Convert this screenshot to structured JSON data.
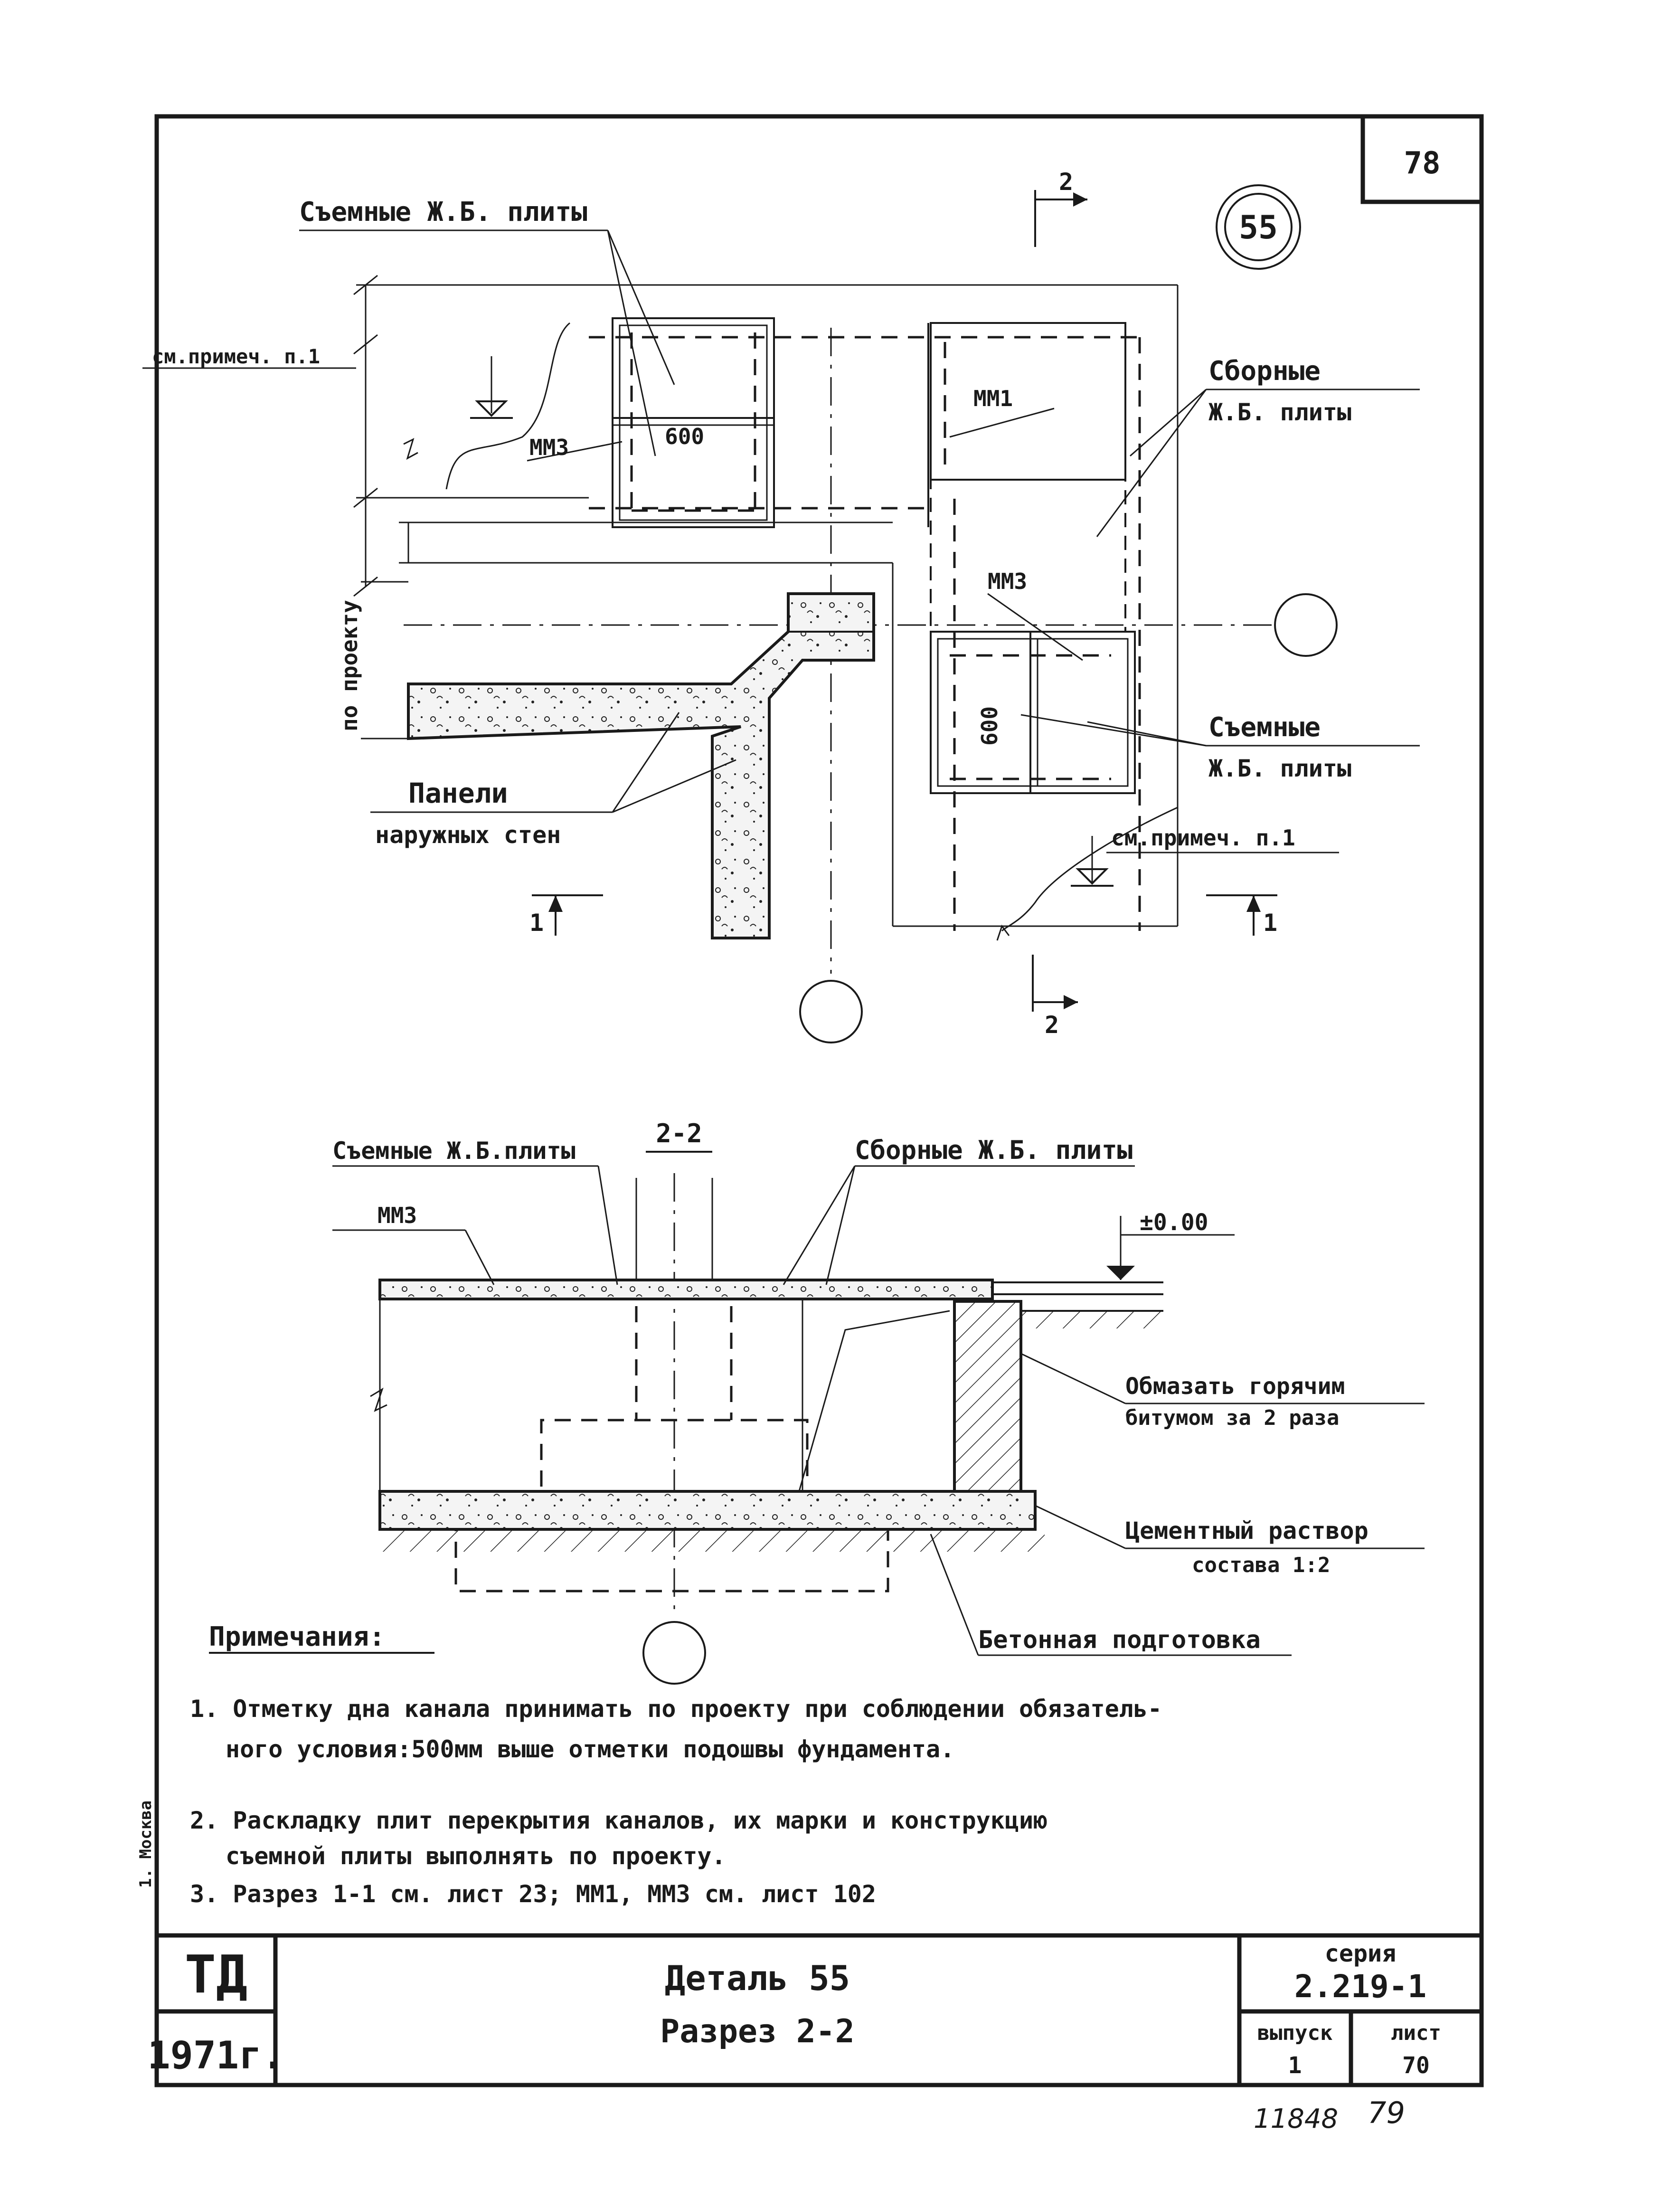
{
  "sheet": {
    "page_number": "78",
    "detail_number": "55",
    "bottom_number_left": "11848",
    "bottom_number_right": "79",
    "side_stamp": "1. Москва"
  },
  "plan": {
    "label_removable_top": "Съемные Ж.Б. плиты",
    "label_see_note_left": "см.примеч. п.1",
    "label_mm3_left": "ММ3",
    "dim_600_top": "600",
    "label_mm1": "ММ1",
    "label_precast": "Сборные",
    "label_precast_2": "Ж.Б. плиты",
    "label_mm3_right": "ММ3",
    "label_by_project": "по проекту",
    "dim_600_right": "600",
    "label_removable_right": "Съемные",
    "label_removable_right_2": "Ж.Б. плиты",
    "label_panels": "Панели",
    "label_panels_2": "наружных стен",
    "label_see_note_right": "см.примеч. п.1",
    "section_1_left": "1",
    "section_1_right": "1",
    "section_2_top": "2",
    "section_2_bottom": "2"
  },
  "section": {
    "title": "2-2",
    "label_removable": "Съемные Ж.Б.плиты",
    "label_precast": "Сборные Ж.Б. плиты",
    "label_mm3": "ММ3",
    "level": "±0.00",
    "label_coat": "Обмазать горячим",
    "label_coat_2": "битумом за 2 раза",
    "label_mortar": "Цементный раствор",
    "label_mortar_2": "состава 1:2",
    "label_concrete": "Бетонная подготовка"
  },
  "notes": {
    "heading": "Примечания:",
    "note1_line1": "1. Отметку дна канала принимать по проекту при соблюдении обязатель-",
    "note1_line2": "ного условия:500мм выше отметки подошвы фундамента.",
    "note2_line1": "2. Раскладку плит перекрытия каналов, их марки и конструкцию",
    "note2_line2": "съемной плиты выполнять по проекту.",
    "note3": "3. Разрез 1-1 см. лист 23; ММ1, ММ3 см. лист 102"
  },
  "title_block": {
    "org": "ТД",
    "year": "1971г.",
    "title_line1": "Деталь 55",
    "title_line2": "Разрез 2-2",
    "series_label": "серия",
    "series_value": "2.219-1",
    "issue_label": "выпуск",
    "issue_value": "1",
    "sheet_label": "лист",
    "sheet_value": "70"
  }
}
